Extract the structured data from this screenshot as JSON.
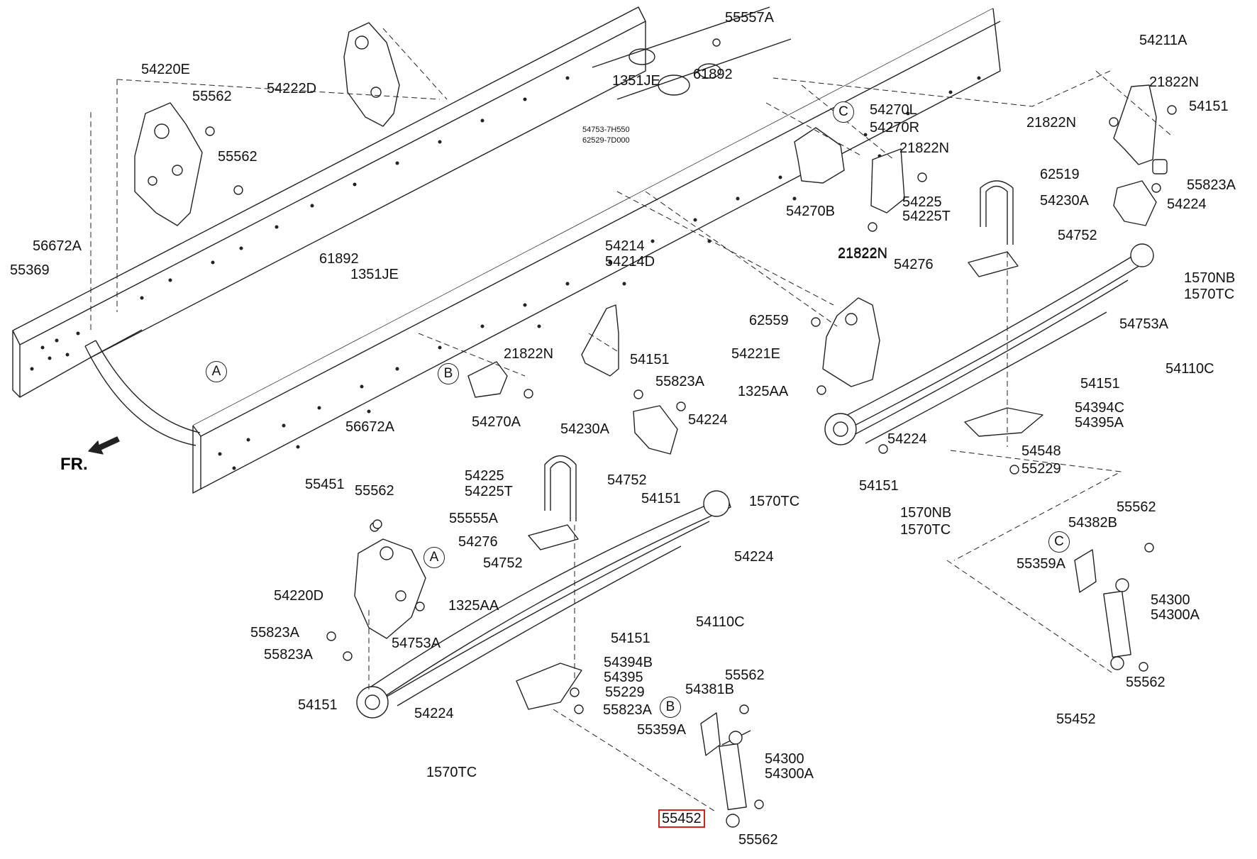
{
  "diagram": {
    "fr_label": "FR.",
    "circle_markers": [
      "A",
      "B",
      "C",
      "A",
      "B",
      "C"
    ],
    "highlight_color": "#d62020",
    "labels": [
      "55557A",
      "54211A",
      "54220E",
      "54222D",
      "1351JE",
      "61892",
      "21822N",
      "54151",
      "55562",
      "C",
      "54270L",
      "54270R",
      "21822N",
      "55562",
      "21822N",
      "54753-7H550",
      "62529-7D000",
      "62519",
      "55823A",
      "21822N",
      "54225",
      "54225T",
      "54230A",
      "54224",
      "56672A",
      "54270B",
      "54752",
      "55369",
      "61892",
      "1351JE",
      "21822N",
      "54276",
      "1570NB",
      "1570TC",
      "54214",
      "54214D",
      "54753A",
      "62559",
      "54151",
      "54221E",
      "21822N",
      "55823A",
      "1325AA",
      "54110C",
      "54151",
      "A",
      "B",
      "54270A",
      "54224",
      "56672A",
      "54394C",
      "54395A",
      "54230A",
      "54548",
      "54224",
      "55229",
      "54752",
      "54151",
      "55451",
      "54225",
      "54225T",
      "55562",
      "55555A",
      "54151",
      "1570TC",
      "1570NB",
      "1570TC",
      "55562",
      "54382B",
      "C",
      "54276",
      "54224",
      "54752",
      "A",
      "55359A",
      "54300",
      "54300A",
      "54220D",
      "1325AA",
      "54110C",
      "55823A",
      "54753A",
      "54151",
      "55823A",
      "54394B",
      "54395",
      "55562",
      "55562",
      "54381B",
      "55229",
      "54151",
      "55823A",
      "B",
      "55452",
      "54224",
      "55359A",
      "54300",
      "54300A",
      "1570TC",
      "55452",
      "55562"
    ]
  }
}
